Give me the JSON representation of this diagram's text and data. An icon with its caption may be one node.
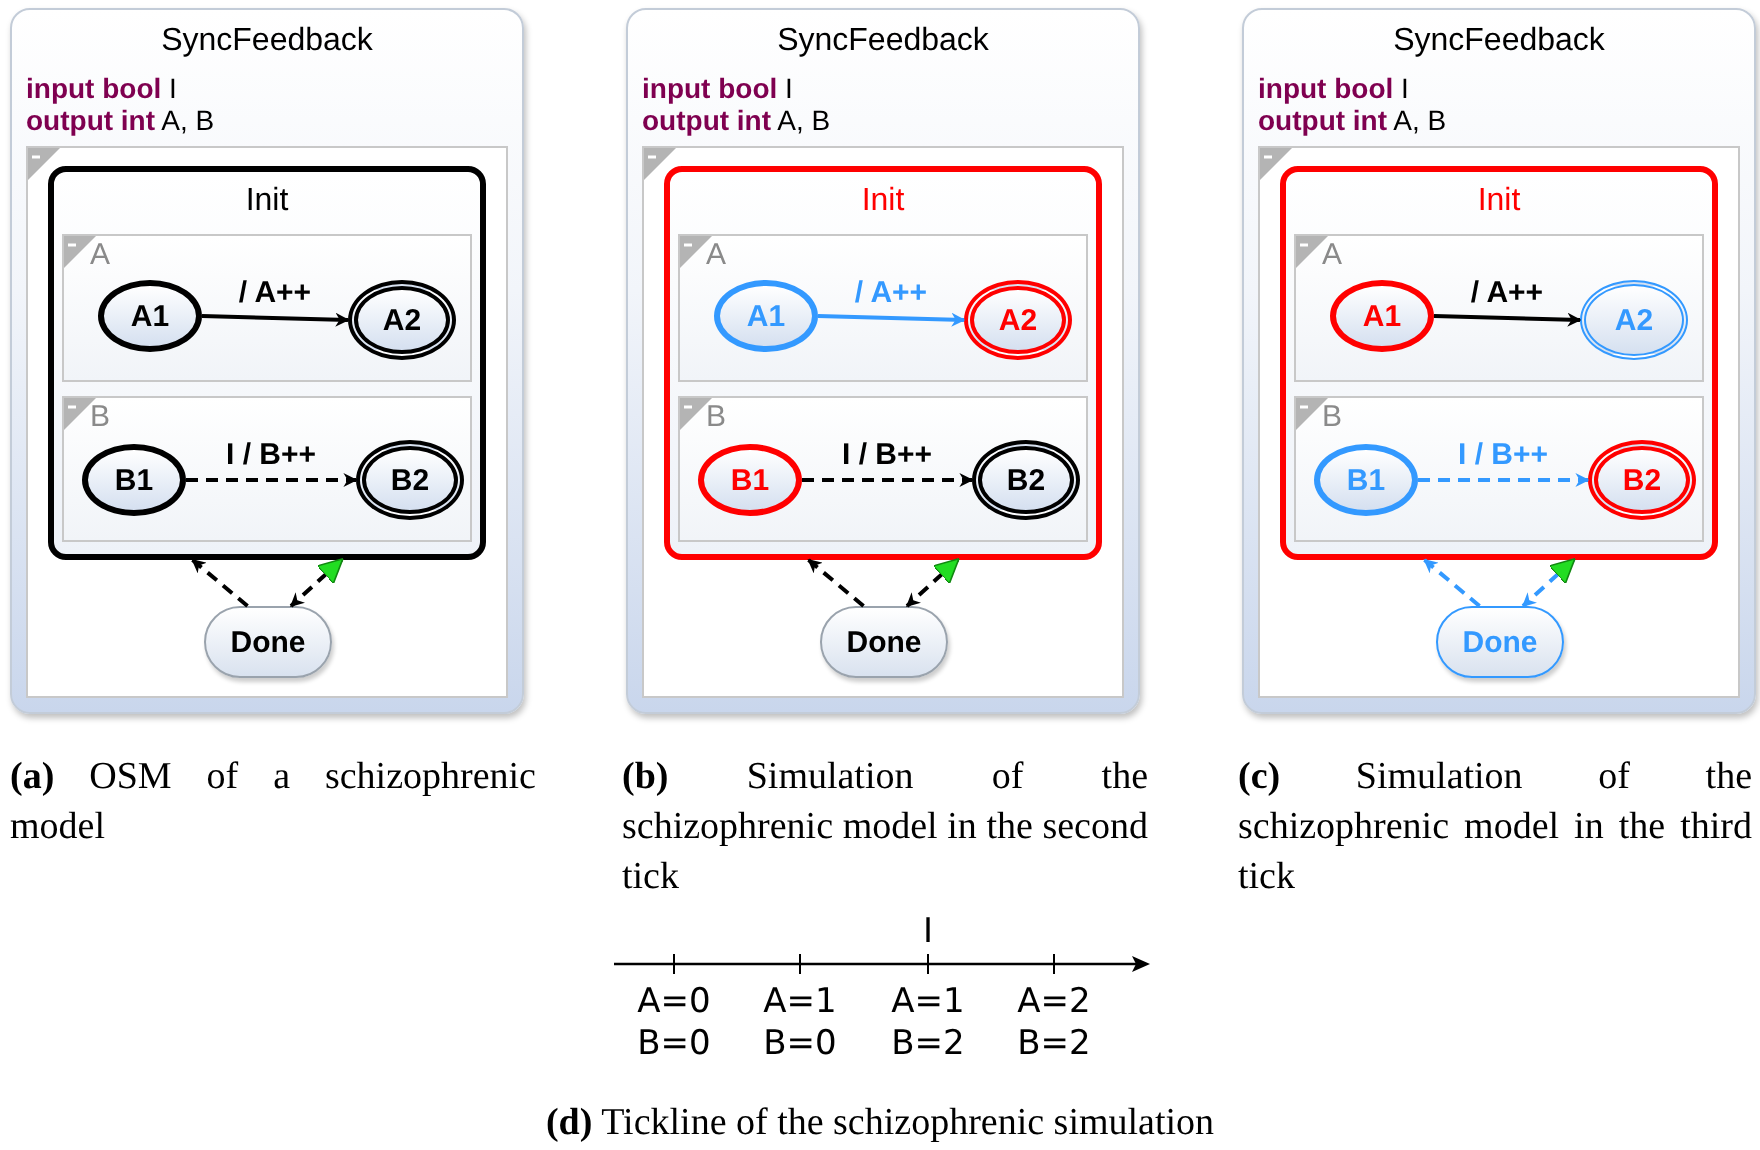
{
  "diagram": {
    "nodes": [
      {
        "text": [
          "SyncFeedback",
          "**input bool** I",
          "**output int** A, B"
        ]
      },
      {
        "text": [],
        "shape": "box",
        "in": 0
      },
      {
        "text": [
          "Init"
        ],
        "in": 1
      },
      {
        "text": [
          "A"
        ],
        "in": 2
      },
      {
        "text": [
          "A1"
        ],
        "in": 3
      },
      {
        "text": [
          "A2"
        ],
        "in": 3
      },
      {
        "text": [
          "B"
        ],
        "in": 2
      },
      {
        "text": [
          "B1"
        ],
        "in": 6
      },
      {
        "text": [
          "B2"
        ],
        "in": 6
      },
      {
        "text": [
          "Done"
        ],
        "in": 1
      },
      {
        "text": [
          "SyncFeedback",
          "**input bool** I",
          "**output int** A, B"
        ]
      },
      {
        "text": [],
        "shape": "box",
        "in": 10
      },
      {
        "text": [
          "Init"
        ],
        "in": 11
      },
      {
        "text": [
          "A"
        ],
        "in": 12
      },
      {
        "text": [
          "A1"
        ],
        "in": 13
      },
      {
        "text": [
          "A2"
        ],
        "in": 13
      },
      {
        "text": [
          "B"
        ],
        "in": 12
      },
      {
        "text": [
          "B1"
        ],
        "in": 16
      },
      {
        "text": [
          "B2"
        ],
        "in": 16
      },
      {
        "text": [
          "Done"
        ],
        "in": 11
      },
      {
        "text": [
          "SyncFeedback",
          "**input bool** I",
          "**output int** A, B"
        ]
      },
      {
        "text": [],
        "shape": "box",
        "in": 20
      },
      {
        "text": [
          "Init"
        ],
        "in": 21
      },
      {
        "text": [
          "A"
        ],
        "in": 22
      },
      {
        "text": [
          "A1"
        ],
        "in": 23
      },
      {
        "text": [
          "A2"
        ],
        "in": 23
      },
      {
        "text": [
          "B"
        ],
        "in": 22
      },
      {
        "text": [
          "B1"
        ],
        "in": 26
      },
      {
        "text": [
          "B2"
        ],
        "in": 26
      },
      {
        "text": [
          "Done"
        ],
        "in": 21
      }
    ],
    "edges": [
      {
        "from": 4,
        "to": 5,
        "arrow": "to",
        "label": "/ A++"
      },
      {
        "from": 7,
        "to": 8,
        "arrow": "to",
        "label": "I / B++",
        "style": "dashed"
      },
      {
        "from": 9,
        "to": 2,
        "arrow": "to",
        "style": "dashed"
      },
      {
        "from": 2,
        "to": 9,
        "arrow": "both",
        "style": "dashed"
      },
      {
        "from": 14,
        "to": 15,
        "arrow": "to",
        "label": "/ A++",
        "color": "#3399ff"
      },
      {
        "from": 17,
        "to": 18,
        "arrow": "to",
        "label": "I / B++",
        "style": "dashed"
      },
      {
        "from": 19,
        "to": 12,
        "arrow": "to",
        "style": "dashed"
      },
      {
        "from": 12,
        "to": 19,
        "arrow": "both",
        "style": "dashed"
      },
      {
        "from": 24,
        "to": 25,
        "arrow": "to",
        "label": "/ A++"
      },
      {
        "from": 27,
        "to": 28,
        "arrow": "to",
        "label": "I / B++",
        "style": "dashed",
        "color": "#3399ff"
      },
      {
        "from": 29,
        "to": 22,
        "arrow": "to",
        "style": "dashed",
        "color": "#3399ff"
      },
      {
        "from": 22,
        "to": 29,
        "arrow": "both",
        "style": "dashed",
        "color": "#3399ff"
      }
    ],
    "labels": [
      "**(a)** OSM of a schizophrenic model",
      "**(b)** Simulation of the schizophrenic model in the second tick",
      "**(c)** Simulation of the schizophrenic model in the third tick",
      "I",
      "A=0",
      "A=1",
      "A=1",
      "A=2",
      "B=0",
      "B=0",
      "B=2",
      "B=2",
      "**(d)** Tickline of the schizophrenic simulation"
    ]
  }
}
